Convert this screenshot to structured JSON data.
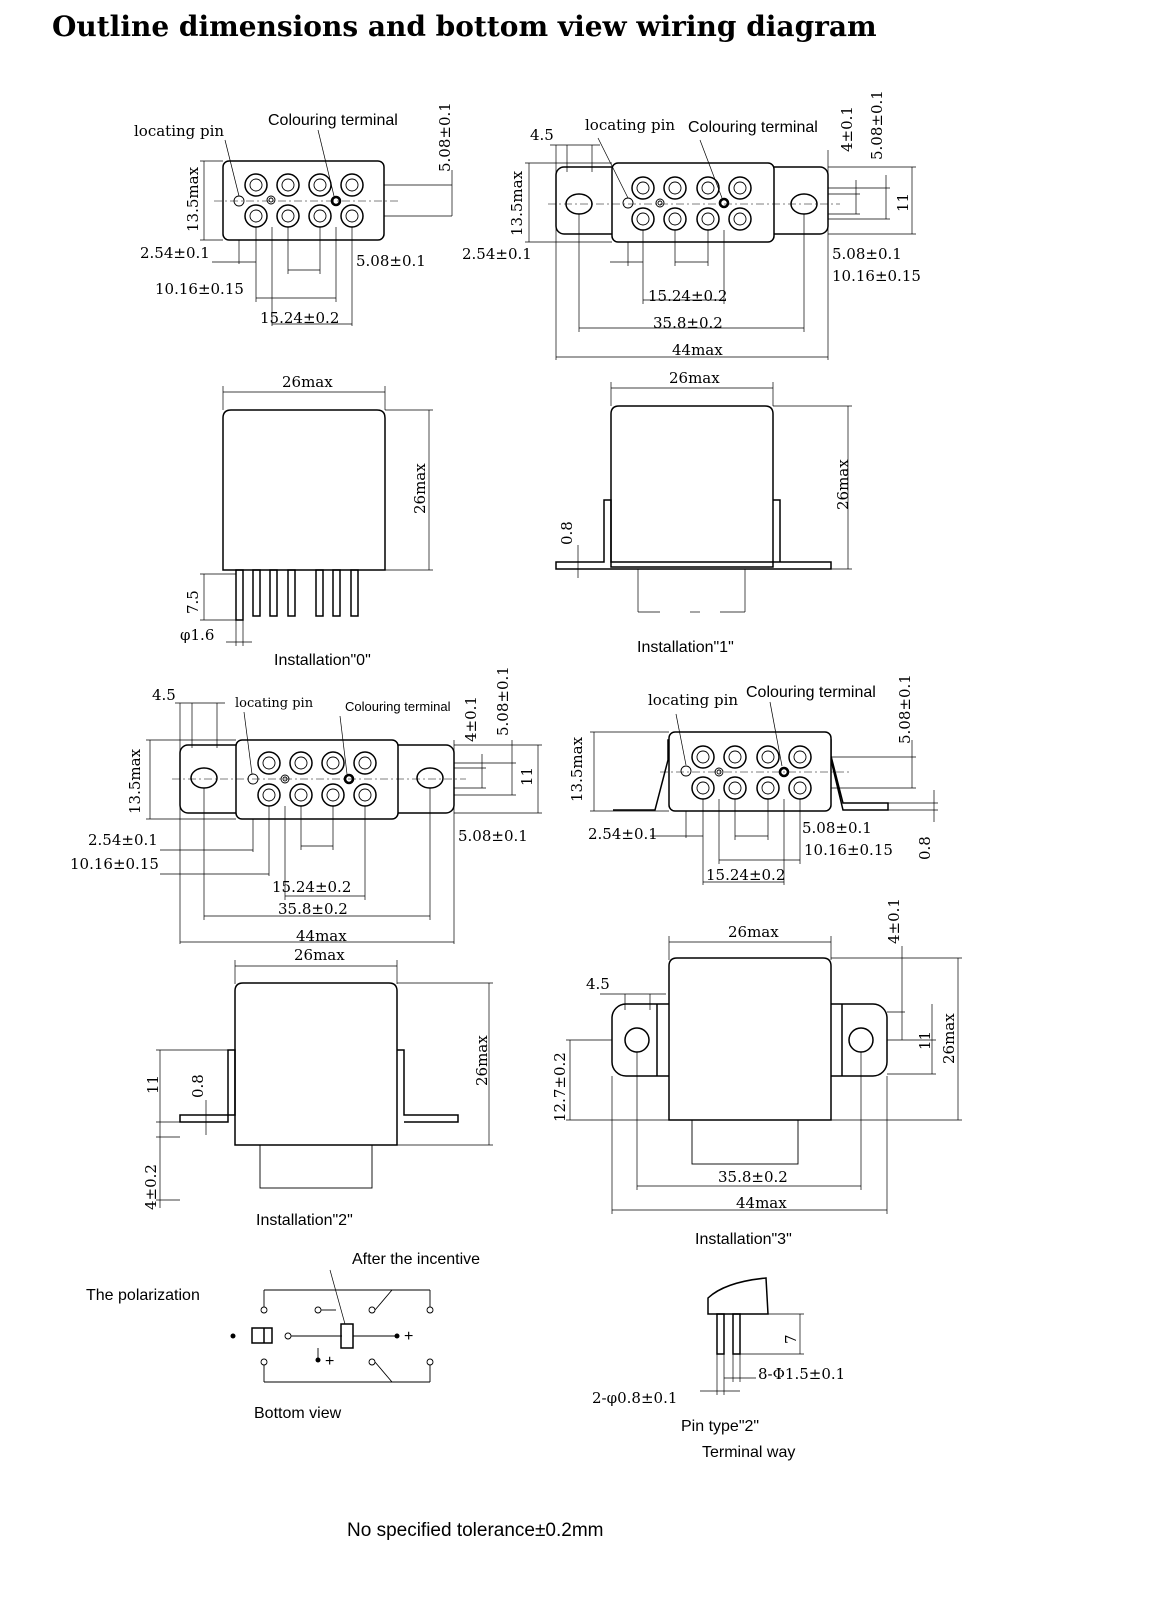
{
  "title": "Outline dimensions and bottom view wiring diagram",
  "labels": {
    "locating_pin": "locating pin",
    "colouring_terminal": "Colouring terminal",
    "installation_0": "Installation\"0\"",
    "installation_1": "Installation\"1\"",
    "installation_2": "Installation\"2\"",
    "installation_3": "Installation\"3\"",
    "polarization": "The polarization",
    "after_incentive": "After the incentive",
    "bottom_view": "Bottom view",
    "pin_type": "Pin type\"2\"",
    "terminal_way": "Terminal way",
    "tolerance_note": "No specified tolerance±0.2mm",
    "plus": "+"
  },
  "dims": {
    "d254": "2.54±0.1",
    "d508": "5.08±0.1",
    "d1016": "10.16±0.15",
    "d1524": "15.24±0.2",
    "d358": "35.8±0.2",
    "d44max": "44max",
    "d26max": "26max",
    "d135max": "13.5max",
    "d45": "4.5",
    "d4": "4±0.1",
    "d11": "11",
    "d08": "0.8",
    "d75": "7.5",
    "dphi16": "φ1.6",
    "d42": "4±0.2",
    "d127": "12.7±0.2",
    "d7": "7",
    "d8phi": "8-Φ1.5±0.1",
    "d2phi": "2-φ0.8±0.1"
  }
}
